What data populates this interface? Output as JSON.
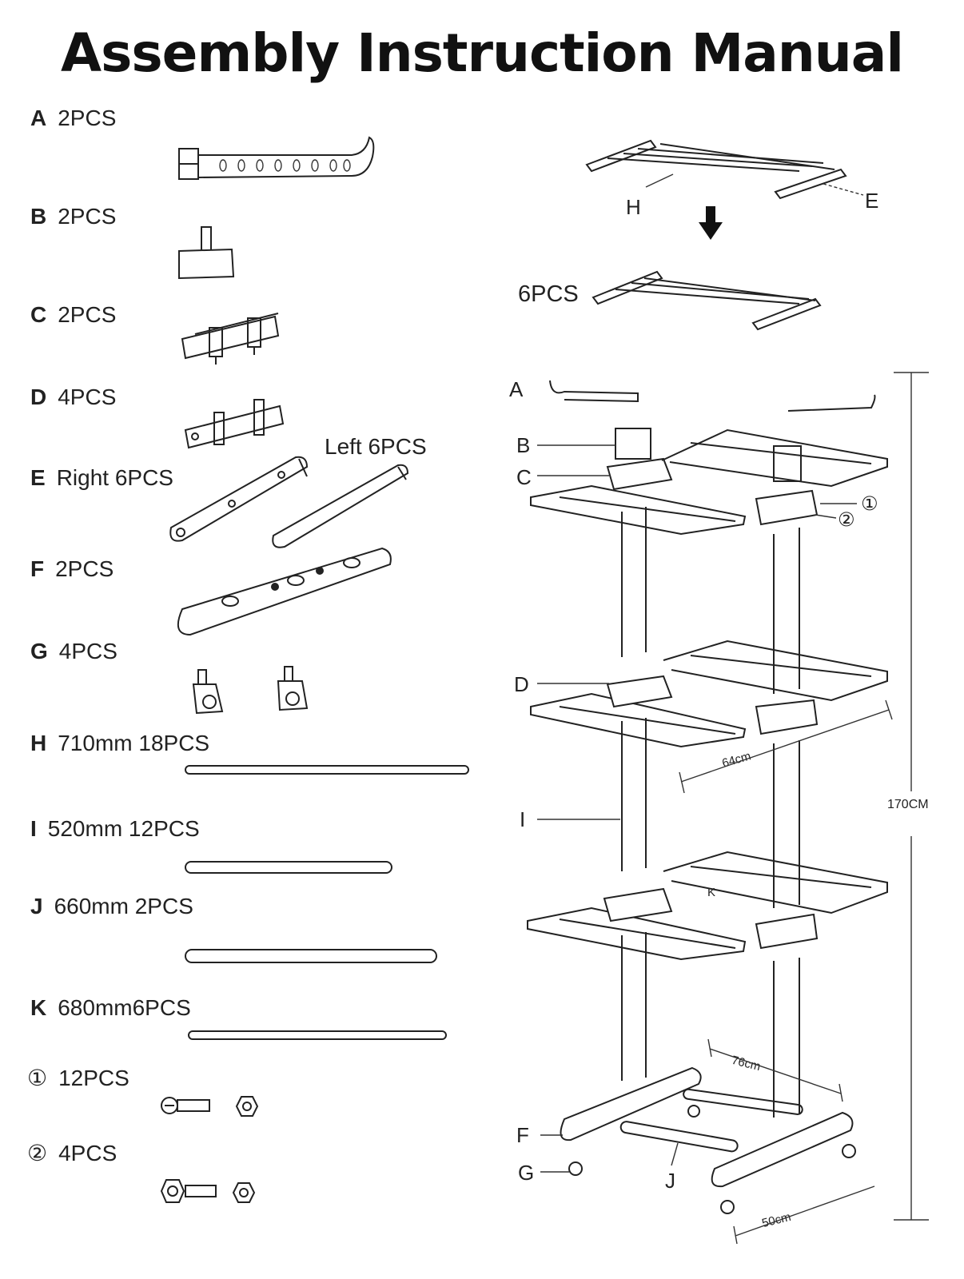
{
  "title": "Assembly Instruction Manual",
  "parts": [
    {
      "letter": "A",
      "qty": "2PCS"
    },
    {
      "letter": "B",
      "qty": "2PCS"
    },
    {
      "letter": "C",
      "qty": "2PCS"
    },
    {
      "letter": "D",
      "qty": "4PCS"
    },
    {
      "letter": "E",
      "qty": "Right  6PCS"
    },
    {
      "letter": "",
      "qty": "Left  6PCS"
    },
    {
      "letter": "F",
      "qty": "2PCS"
    },
    {
      "letter": "G",
      "qty": "4PCS"
    },
    {
      "letter": "H",
      "qty": "710mm 18PCS"
    },
    {
      "letter": "I",
      "qty": "520mm 12PCS"
    },
    {
      "letter": "J",
      "qty": "660mm 2PCS"
    },
    {
      "letter": "K",
      "qty": "680mm6PCS"
    },
    {
      "letter": "①",
      "qty": "12PCS"
    },
    {
      "letter": "②",
      "qty": "4PCS"
    }
  ],
  "assembly": {
    "shelf_H": "H",
    "shelf_E": "E",
    "shelf_count": "6PCS",
    "label_A": "A",
    "label_B": "B",
    "label_C": "C",
    "label_1": "①",
    "label_2": "②",
    "label_D": "D",
    "label_I": "I",
    "label_K": "K",
    "label_F": "F",
    "label_G": "G",
    "label_J": "J",
    "dim_width": "64cm",
    "dim_height": "170CM",
    "dim_length": "76cm",
    "dim_depth": "50cm"
  }
}
